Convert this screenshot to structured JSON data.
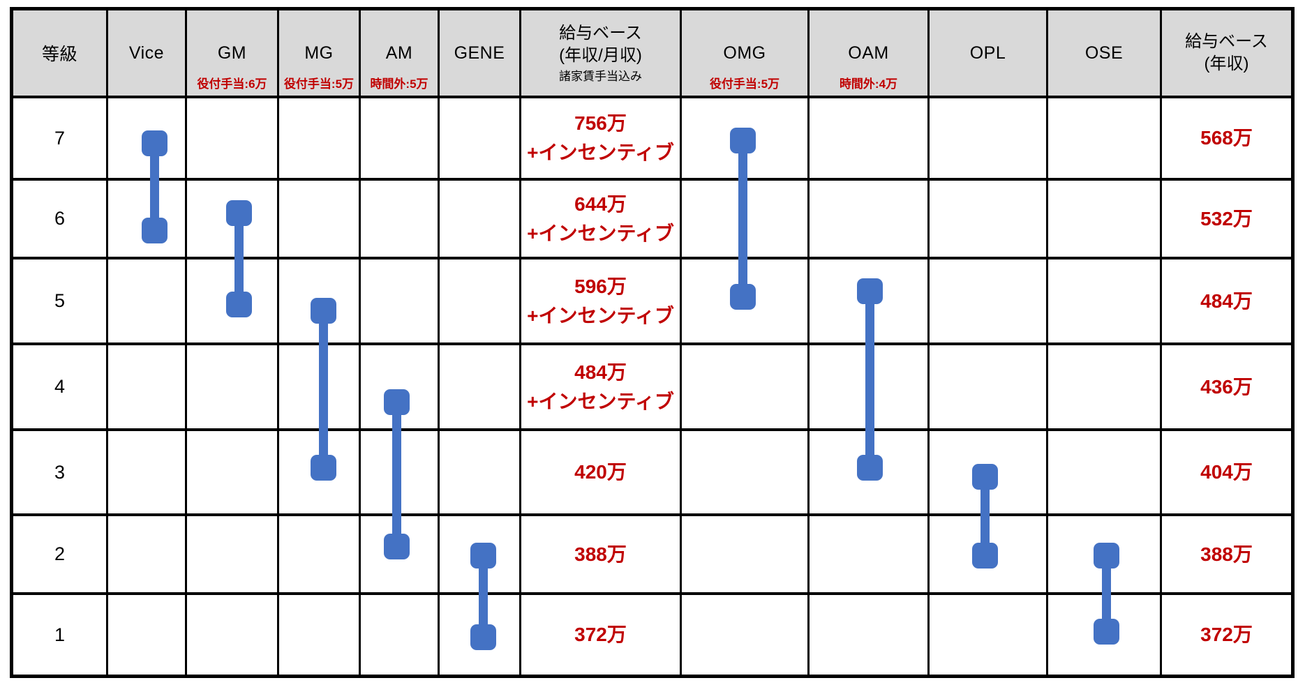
{
  "colors": {
    "header_bg": "#D9D9D9",
    "red": "#C00000",
    "blue": "#4472C4",
    "border": "#000000"
  },
  "table": {
    "columns": [
      {
        "id": "grade",
        "type": "grade",
        "label": "等級"
      },
      {
        "id": "vice",
        "type": "role",
        "label": "Vice",
        "sublabel": null,
        "bar": {
          "top_grade": 7,
          "bottom_grade": 6
        }
      },
      {
        "id": "gm",
        "type": "role",
        "label": "GM",
        "sublabel": "役付手当:6万",
        "bar": {
          "top_grade": 6,
          "bottom_grade": 5
        }
      },
      {
        "id": "mg",
        "type": "role",
        "label": "MG",
        "sublabel": "役付手当:5万",
        "bar": {
          "top_grade": 5,
          "bottom_grade": 3
        }
      },
      {
        "id": "am",
        "type": "role",
        "label": "AM",
        "sublabel": "時間外:5万",
        "bar": {
          "top_grade": 4,
          "bottom_grade": 2
        }
      },
      {
        "id": "gene",
        "type": "role",
        "label": "GENE",
        "sublabel": null,
        "bar": {
          "top_grade": 2,
          "bottom_grade": 1
        }
      },
      {
        "id": "salary_mid",
        "type": "salary",
        "label_lines": [
          "給与ベース",
          "(年収/月収)"
        ],
        "note": "諸家賃手当込み"
      },
      {
        "id": "omg",
        "type": "role",
        "label": "OMG",
        "sublabel": "役付手当:5万",
        "bar": {
          "top_grade": 7,
          "bottom_grade": 5
        }
      },
      {
        "id": "oam",
        "type": "role",
        "label": "OAM",
        "sublabel": "時間外:4万",
        "bar": {
          "top_grade": 5,
          "bottom_grade": 3
        }
      },
      {
        "id": "opl",
        "type": "role",
        "label": "OPL",
        "sublabel": null,
        "bar": {
          "top_grade": 3,
          "bottom_grade": 2
        }
      },
      {
        "id": "ose",
        "type": "role",
        "label": "OSE",
        "sublabel": null,
        "bar": {
          "top_grade": 2,
          "bottom_grade": 1
        }
      },
      {
        "id": "salary_right",
        "type": "salary",
        "label_lines": [
          "給与ベース",
          "(年収)"
        ],
        "note": null
      }
    ],
    "grades": [
      7,
      6,
      5,
      4,
      3,
      2,
      1
    ],
    "salary_mid": {
      "7": {
        "value": "756万",
        "incentive": "+インセンティブ"
      },
      "6": {
        "value": "644万",
        "incentive": "+インセンティブ"
      },
      "5": {
        "value": "596万",
        "incentive": "+インセンティブ"
      },
      "4": {
        "value": "484万",
        "incentive": "+インセンティブ"
      },
      "3": {
        "value": "420万"
      },
      "2": {
        "value": "388万"
      },
      "1": {
        "value": "372万"
      }
    },
    "salary_right": {
      "7": "568万",
      "6": "532万",
      "5": "484万",
      "4": "436万",
      "3": "404万",
      "2": "388万",
      "1": "372万"
    }
  },
  "chart_data": {
    "type": "table",
    "grades": [
      7,
      6,
      5,
      4,
      3,
      2,
      1
    ],
    "series": [
      {
        "name": "Vice",
        "grade_range": [
          6,
          7
        ],
        "allowance": null
      },
      {
        "name": "GM",
        "grade_range": [
          5,
          6
        ],
        "allowance": "役付手当:6万"
      },
      {
        "name": "MG",
        "grade_range": [
          3,
          5
        ],
        "allowance": "役付手当:5万"
      },
      {
        "name": "AM",
        "grade_range": [
          2,
          4
        ],
        "allowance": "時間外:5万"
      },
      {
        "name": "GENE",
        "grade_range": [
          1,
          2
        ],
        "allowance": null
      },
      {
        "name": "OMG",
        "grade_range": [
          5,
          7
        ],
        "allowance": "役付手当:5万"
      },
      {
        "name": "OAM",
        "grade_range": [
          3,
          5
        ],
        "allowance": "時間外:4万"
      },
      {
        "name": "OPL",
        "grade_range": [
          2,
          3
        ],
        "allowance": null
      },
      {
        "name": "OSE",
        "grade_range": [
          1,
          2
        ],
        "allowance": null
      }
    ],
    "salary_base_annual_monthly": {
      "label": "給与ベース(年収/月収)",
      "note": "諸家賃手当込み",
      "values": {
        "7": "756万+インセンティブ",
        "6": "644万+インセンティブ",
        "5": "596万+インセンティブ",
        "4": "484万+インセンティブ",
        "3": "420万",
        "2": "388万",
        "1": "372万"
      }
    },
    "salary_base_annual": {
      "label": "給与ベース(年収)",
      "values": {
        "7": "568万",
        "6": "532万",
        "5": "484万",
        "4": "436万",
        "3": "404万",
        "2": "388万",
        "1": "372万"
      }
    }
  }
}
